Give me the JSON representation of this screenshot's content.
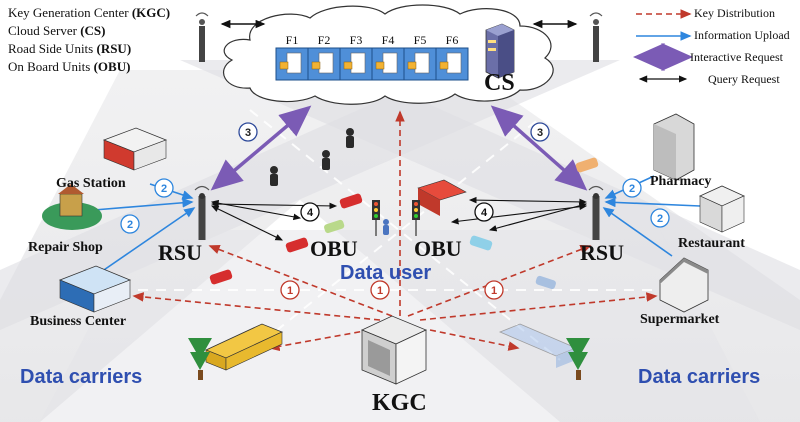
{
  "definitions": [
    {
      "text": "Key Generation Center ",
      "abbr": "(KGC)"
    },
    {
      "text": "Cloud Server ",
      "abbr": "(CS)"
    },
    {
      "text": "Road Side Units ",
      "abbr": "(RSU)"
    },
    {
      "text": "On Board Units ",
      "abbr": "(OBU)"
    }
  ],
  "legend": [
    {
      "label": "Key Distribution",
      "style": "dashed",
      "color": "#c0392b"
    },
    {
      "label": "Information Upload",
      "style": "solid",
      "color": "#2e86de"
    },
    {
      "label": "Interactive Request",
      "style": "double-thick",
      "color": "#7b5bb5"
    },
    {
      "label": "Query Request",
      "style": "double-thin",
      "color": "#111111"
    }
  ],
  "cloud": {
    "files": [
      "F1",
      "F2",
      "F3",
      "F4",
      "F5",
      "F6"
    ],
    "label": "CS"
  },
  "labels": {
    "kgc": "KGC",
    "rsu_left": "RSU",
    "rsu_right": "RSU",
    "obu_left": "OBU",
    "obu_right": "OBU",
    "data_user": "Data user",
    "data_carriers_left": "Data carriers",
    "data_carriers_right": "Data carriers"
  },
  "places": {
    "gas_station": "Gas Station",
    "repair_shop": "Repair Shop",
    "business_center": "Business Center",
    "pharmacy": "Pharmacy",
    "restaurant": "Restaurant",
    "supermarket": "Supermarket"
  },
  "step_numbers": {
    "one": "1",
    "two": "2",
    "three": "3",
    "four": "4"
  },
  "colors": {
    "key_distribution": "#c0392b",
    "upload": "#2e86de",
    "interactive": "#7b5bb5",
    "query": "#111111",
    "accent_text": "#2f4fb0"
  }
}
